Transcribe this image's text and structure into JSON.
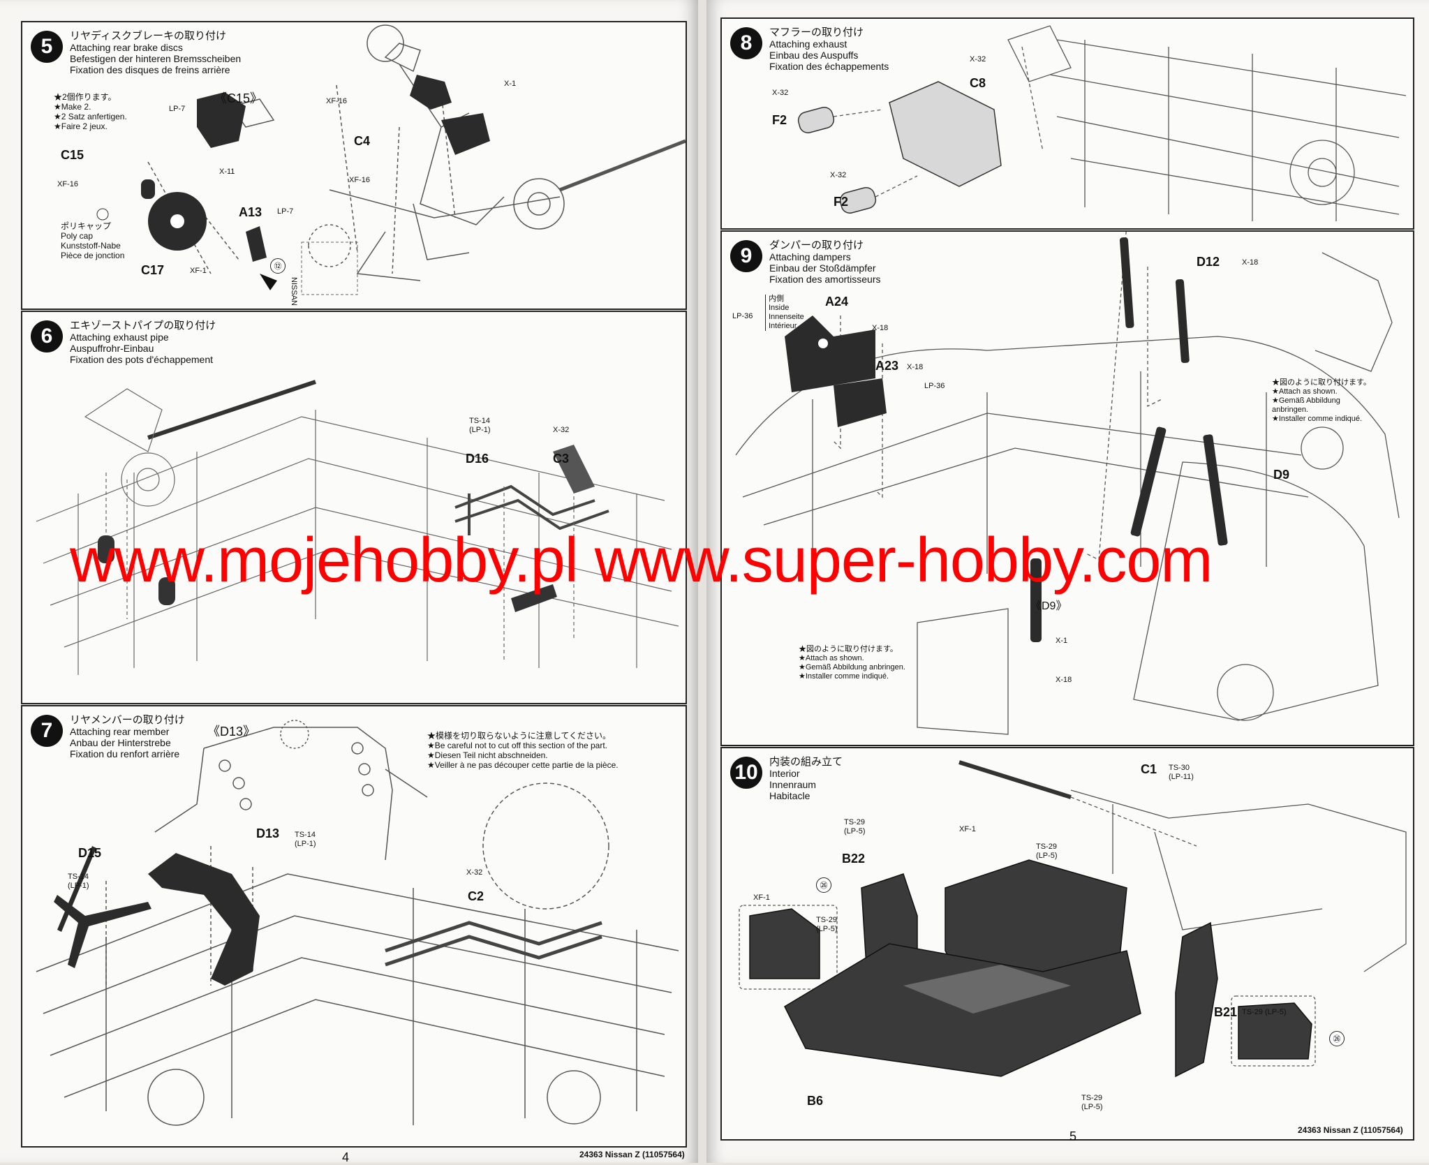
{
  "steps": {
    "s5": {
      "num": "5",
      "jp": "リヤディスクブレーキの取り付け",
      "en": "Attaching rear brake discs",
      "de": "Befestigen der hinteren Bremsscheiben",
      "fr": "Fixation des disques de freins arrière",
      "note": [
        "★2個作ります。",
        "★Make 2.",
        "★2 Satz anfertigen.",
        "★Faire 2 jeux."
      ],
      "polycap": [
        "ポリキャップ",
        "Poly cap",
        "Kunststoff-Nabe",
        "Pièce de jonction"
      ],
      "labels": {
        "c15_ref": "《C15》",
        "c15": "C15",
        "c17": "C17",
        "a13": "A13",
        "c4": "C4",
        "lp7a": "LP-7",
        "lp7b": "LP-7",
        "xf16a": "XF-16",
        "xf16b": "XF-16",
        "xf16c": "XF-16",
        "x11": "X-11",
        "xf1": "XF-1",
        "x1": "X-1",
        "b12": "⑫",
        "nissan": "NISSAN"
      }
    },
    "s6": {
      "num": "6",
      "jp": "エキゾーストパイプの取り付け",
      "en": "Attaching exhaust pipe",
      "de": "Auspuffrohr-Einbau",
      "fr": "Fixation des pots d'échappement",
      "labels": {
        "ts14": "TS-14",
        "lp1": "(LP-1)",
        "d16": "D16",
        "x32": "X-32",
        "c3": "C3"
      }
    },
    "s7": {
      "num": "7",
      "jp": "リヤメンバーの取り付け",
      "en": "Attaching rear member",
      "de": "Anbau der Hinterstrebe",
      "fr": "Fixation du renfort arrière",
      "note": [
        "★模様を切り取らないように注意してください。",
        "★Be careful not to cut off this section of the part.",
        "★Diesen Teil nicht abschneiden.",
        "★Veiller à ne pas découper cette partie de la pièce."
      ],
      "labels": {
        "d13_ref": "《D13》",
        "d15": "D15",
        "ts14a": "TS-14",
        "lp1a": "(LP-1)",
        "d13": "D13",
        "ts14b": "TS-14",
        "lp1b": "(LP-1)",
        "x32": "X-32",
        "c2": "C2"
      }
    },
    "s8": {
      "num": "8",
      "jp": "マフラーの取り付け",
      "en": "Attaching exhaust",
      "de": "Einbau des Auspuffs",
      "fr": "Fixation des échappements",
      "labels": {
        "x32a": "X-32",
        "c8": "C8",
        "x32b": "X-32",
        "f2a": "F2",
        "x32c": "X-32",
        "f2b": "F2"
      }
    },
    "s9": {
      "num": "9",
      "jp": "ダンパーの取り付け",
      "en": "Attaching dampers",
      "de": "Einbau der Stoßdämpfer",
      "fr": "Fixation des amortisseurs",
      "inside": [
        "内側",
        "Inside",
        "Innenseite",
        "Intérieur"
      ],
      "note1": [
        "★図のように取り付けます。",
        "★Attach as shown.",
        "★Gemäß Abbildung",
        "anbringen.",
        "★Installer comme indiqué."
      ],
      "note2": [
        "★図のように取り付けます。",
        "★Attach as shown.",
        "★Gemäß Abbildung anbringen.",
        "★Installer comme indiqué."
      ],
      "labels": {
        "lp36a": "LP-36",
        "a24": "A24",
        "x18a": "X-18",
        "a23": "A23",
        "x18b": "X-18",
        "lp36b": "LP-36",
        "d12": "D12",
        "x18c": "X-18",
        "d9": "D9",
        "d9_ref": "《D9》",
        "x1": "X-1",
        "x18d": "X-18"
      }
    },
    "s10": {
      "num": "10",
      "jp": "内装の組み立て",
      "en": "Interior",
      "de": "Innenraum",
      "fr": "Habitacle",
      "labels": {
        "c1": "C1",
        "ts30": "TS-30",
        "lp11": "(LP-11)",
        "ts29a": "TS-29",
        "lp5a": "(LP-5)",
        "b22": "B22",
        "xf1a": "XF-1",
        "ts29b": "TS-29",
        "lp5b": "(LP-5)",
        "b26a": "㉖",
        "xf1b": "XF-1",
        "ts29c": "TS-29",
        "lp5c": "(LP-5)",
        "b21": "B21",
        "ts29d": "TS-29 (LP-5)",
        "b26b": "㉖",
        "b6": "B6",
        "ts29e": "TS-29",
        "lp5e": "(LP-5)"
      }
    }
  },
  "watermark": "www.mojehobby.pl www.super-hobby.com",
  "footer": {
    "left_page": "4",
    "left_code": "24363  Nissan Z (11057564)",
    "right_page": "5",
    "right_code": "24363  Nissan Z (11057564)"
  },
  "colors": {
    "paint_marker": "#111111",
    "watermark": "#ff0000",
    "part_dark": "#3a3a3a",
    "line": "#555555"
  }
}
